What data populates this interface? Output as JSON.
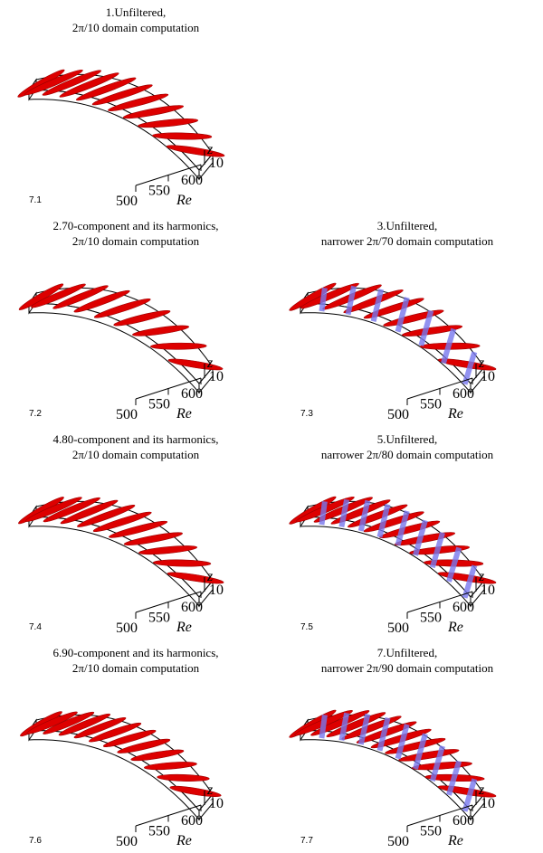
{
  "colors": {
    "stripe": "#dd0000",
    "stripe_dark": "#990000",
    "blue_band": "#7777ee",
    "outline": "#000000"
  },
  "panels": [
    {
      "id": "7.1",
      "label": "7.1",
      "caption": [
        "1.Unfiltered,",
        "2π/10 domain computation"
      ],
      "red_stripes": 11,
      "red_length": 0.75,
      "blue_bands": 0,
      "empty_caption_top": false
    },
    {
      "id": "7.2",
      "label": "7.2",
      "caption": [
        "2.70-component and its harmonics,",
        "2π/10 domain computation"
      ],
      "red_stripes": 9,
      "red_length": 0.65,
      "blue_bands": 0
    },
    {
      "id": "7.3",
      "label": "7.3",
      "caption": [
        "3.Unfiltered,",
        "narrower 2π/70 domain computation"
      ],
      "red_stripes": 9,
      "red_length": 0.75,
      "blue_bands": 7
    },
    {
      "id": "7.4",
      "label": "7.4",
      "caption": [
        "4.80-component and its harmonics,",
        "2π/10 domain computation"
      ],
      "red_stripes": 11,
      "red_length": 0.7,
      "blue_bands": 0
    },
    {
      "id": "7.5",
      "label": "7.5",
      "caption": [
        "5.Unfiltered,",
        "narrower 2π/80 domain computation"
      ],
      "red_stripes": 11,
      "red_length": 0.75,
      "blue_bands": 9
    },
    {
      "id": "7.6",
      "label": "7.6",
      "caption": [
        "6.90-component and its harmonics,",
        "2π/10 domain computation"
      ],
      "red_stripes": 12,
      "red_length": 0.55,
      "blue_bands": 0
    },
    {
      "id": "7.7",
      "label": "7.7",
      "caption": [
        "7.Unfiltered,",
        "narrower 2π/90 domain computation"
      ],
      "red_stripes": 12,
      "red_length": 0.75,
      "blue_bands": 9
    }
  ],
  "axes": {
    "re_ticks": [
      "500",
      "550",
      "600"
    ],
    "re_label": "Re",
    "z_label": "z",
    "z_tick": "10"
  }
}
